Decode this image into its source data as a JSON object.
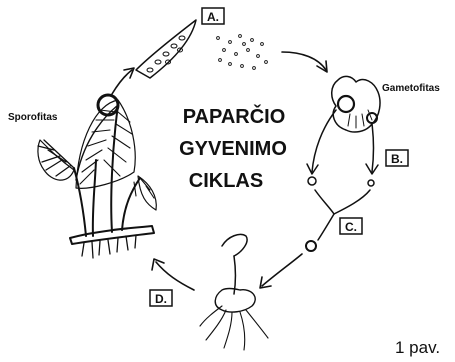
{
  "title": {
    "line1": "PAPARČIO",
    "line2": "GYVENIMO",
    "line3": "CIKLAS"
  },
  "stages": {
    "sporophyte": "Sporofitas",
    "gametophyte": "Gametofitas"
  },
  "markers": {
    "a": "A.",
    "b": "B.",
    "c": "C.",
    "d": "D."
  },
  "caption": "1 pav."
}
